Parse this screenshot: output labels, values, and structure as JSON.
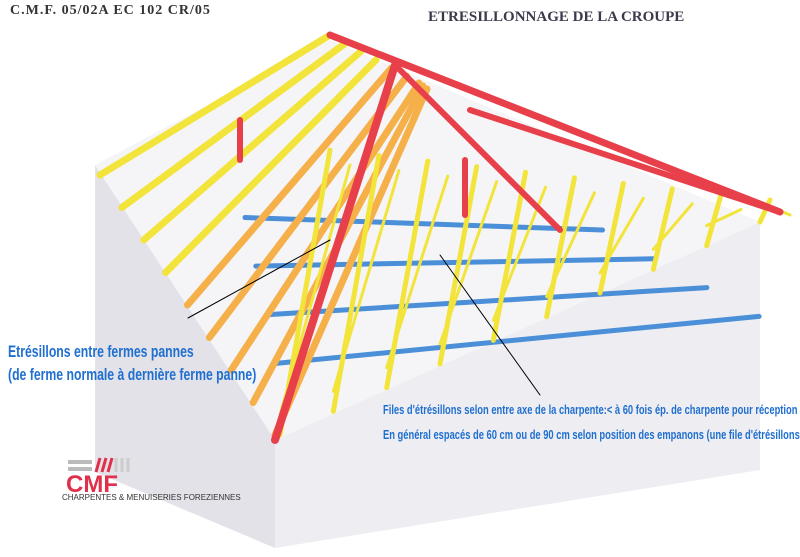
{
  "header": {
    "reference": "C.M.F. 05/02A EC 102 CR/05",
    "title": "ETRESILLONNAGE DE LA CROUPE"
  },
  "annotations": {
    "left": [
      "Etrésillons entre fermes pannes",
      "(de ferme normale à dernière ferme panne)"
    ],
    "right": [
      "Files d'étrésillons selon entre axe de la charpente:< à 60 fois ép. de charpente pour réception des rails à placo.",
      "En général espacés de 60 cm ou de 90 cm selon position des empanons (une file d'étrésillons face à chaque empanon)"
    ]
  },
  "logo": {
    "mark": "CMF",
    "tagline": "CHARPENTES & MENUISERIES FOREZIENNES"
  },
  "colors": {
    "truss": "#f2e43a",
    "hip": "#e8404a",
    "half_truss": "#f5b04a",
    "bracing": "#4a8fd8",
    "wall": "#e4e4ea",
    "text": "#1f6fd0",
    "logo": "#e0304a"
  }
}
